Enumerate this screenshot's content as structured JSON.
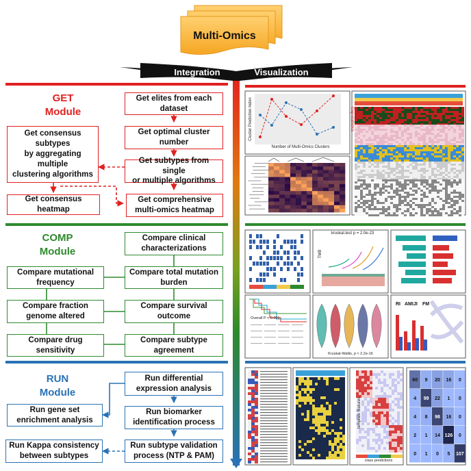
{
  "header": {
    "title": "Multi-Omics"
  },
  "banner": {
    "left": "Integration",
    "right": "Visualization"
  },
  "get": {
    "title": [
      "GET",
      "Module"
    ],
    "color": "#e02020",
    "boxes": {
      "elites": [
        "Get elites from each",
        "dataset"
      ],
      "optimal": [
        "Get optimal cluster",
        "number"
      ],
      "subtypes": [
        "Get subtypes from single",
        "or multiple algorithms"
      ],
      "comprehensive": [
        "Get comprehensive",
        "multi-omics heatmap"
      ],
      "consensus_subtypes": [
        "Get consensus subtypes",
        "by aggregating multiple",
        "clustering algorithms"
      ],
      "consensus_heatmap": [
        "Get consensus heatmap"
      ]
    }
  },
  "comp": {
    "title": [
      "COMP",
      "Module"
    ],
    "color": "#2e8a2e",
    "boxes": {
      "clinical": [
        "Compare clinical",
        "characterizations"
      ],
      "tmb": [
        "Compare total mutation",
        "burden"
      ],
      "survival": [
        "Compare survival",
        "outcome"
      ],
      "agreement": [
        "Compare subtype",
        "agreement"
      ],
      "mutational": [
        "Compare mutational",
        "frequency"
      ],
      "fga": [
        "Compare fraction",
        "genome altered"
      ],
      "drug": [
        "Compare drug",
        "sensitivity"
      ]
    }
  },
  "run": {
    "title": [
      "RUN",
      "Module"
    ],
    "color": "#2a72b5",
    "boxes": {
      "dea": [
        "Run differential",
        "expression analysis"
      ],
      "biomarker": [
        "Run biomarker",
        "identification process"
      ],
      "validation": [
        "Run subtype validation",
        "process (NTP & PAM)"
      ],
      "gsea": [
        "Run gene set",
        "enrichment analysis"
      ],
      "kappa": [
        "Run Kappa consistency",
        "between subtypes"
      ]
    }
  },
  "figures": {
    "cluster_plot": {
      "ylabel": "Cluster Prediction Index",
      "ylabel2": "Gap-statistics",
      "xlabel": "Number of Multi-Omics Clusters"
    },
    "km_plot": {
      "pvalue": "Overall P < 0.001"
    },
    "violin_plot": {
      "stat": "Kruskal-Wallis, p < 2.2e-16"
    },
    "tmb_plot": {
      "stat": "kruskal.test p = 2.0e-23",
      "ylabel": "TMB"
    },
    "agreement_plot": {
      "labels": [
        "RI",
        "AMI",
        "JI",
        "FM"
      ]
    },
    "heatmap_plot": {
      "ylabel": "template features",
      "xlabel": "class predictions"
    },
    "kappa_matrix": {
      "rows": [
        [
          "60",
          "9",
          "20",
          "16",
          "0"
        ],
        [
          "4",
          "99",
          "22",
          "1",
          "0"
        ],
        [
          "4",
          "8",
          "98",
          "16",
          "0"
        ],
        [
          "2",
          "1",
          "14",
          "126",
          "0"
        ],
        [
          "0",
          "1",
          "0",
          "5",
          "107"
        ]
      ]
    }
  }
}
